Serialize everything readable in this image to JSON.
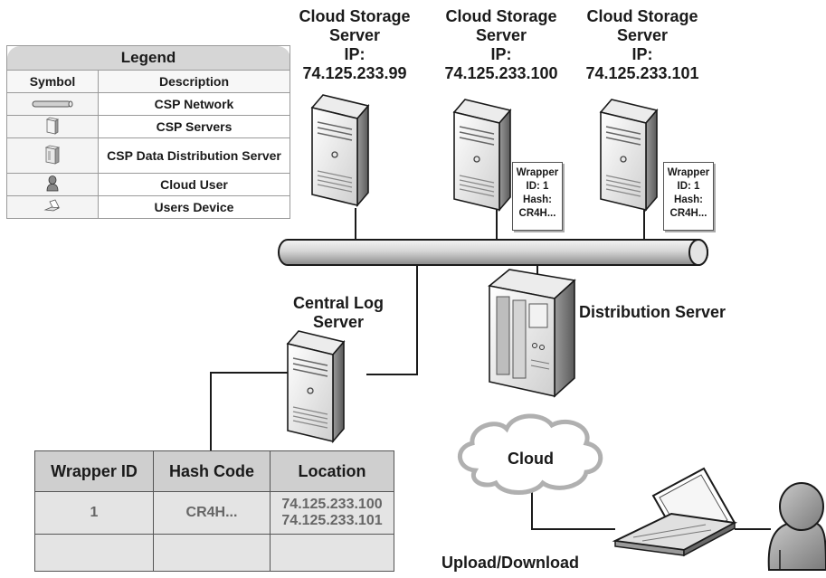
{
  "legend": {
    "title": "Legend",
    "col_symbol": "Symbol",
    "col_description": "Description",
    "rows": [
      {
        "icon": "network-pipe-icon",
        "description": "CSP Network"
      },
      {
        "icon": "server-icon",
        "description": "CSP Servers"
      },
      {
        "icon": "distribution-server-icon",
        "description": "CSP Data Distribution Server"
      },
      {
        "icon": "user-icon",
        "description": "Cloud User"
      },
      {
        "icon": "laptop-icon",
        "description": "Users Device"
      }
    ]
  },
  "servers": [
    {
      "line1": "Cloud Storage",
      "line2": "Server",
      "line3": "IP:",
      "ip": "74.125.233.99"
    },
    {
      "line1": "Cloud Storage",
      "line2": "Server",
      "line3": "IP:",
      "ip": "74.125.233.100"
    },
    {
      "line1": "Cloud Storage",
      "line2": "Server",
      "line3": "IP:",
      "ip": "74.125.233.101"
    }
  ],
  "wrappers": [
    {
      "l1": "Wrapper",
      "l2": "ID: 1",
      "l3": "Hash:",
      "l4": "CR4H..."
    },
    {
      "l1": "Wrapper",
      "l2": "ID: 1",
      "l3": "Hash:",
      "l4": "CR4H..."
    }
  ],
  "central_log": {
    "line1": "Central Log",
    "line2": "Server"
  },
  "distribution_server": "Distribution Server",
  "cloud": "Cloud",
  "upload_download": "Upload/Download",
  "log_table": {
    "headers": [
      "Wrapper ID",
      "Hash Code",
      "Location"
    ],
    "row": {
      "wrapper_id": "1",
      "hash": "CR4H...",
      "location1": "74.125.233.100",
      "location2": "74.125.233.101"
    }
  },
  "colors": {
    "server_light": "#f2f2f2",
    "server_mid": "#cfcfcf",
    "server_dark": "#8a8a8a",
    "network": "#d0d0d0",
    "user": "#9a9a9a"
  }
}
